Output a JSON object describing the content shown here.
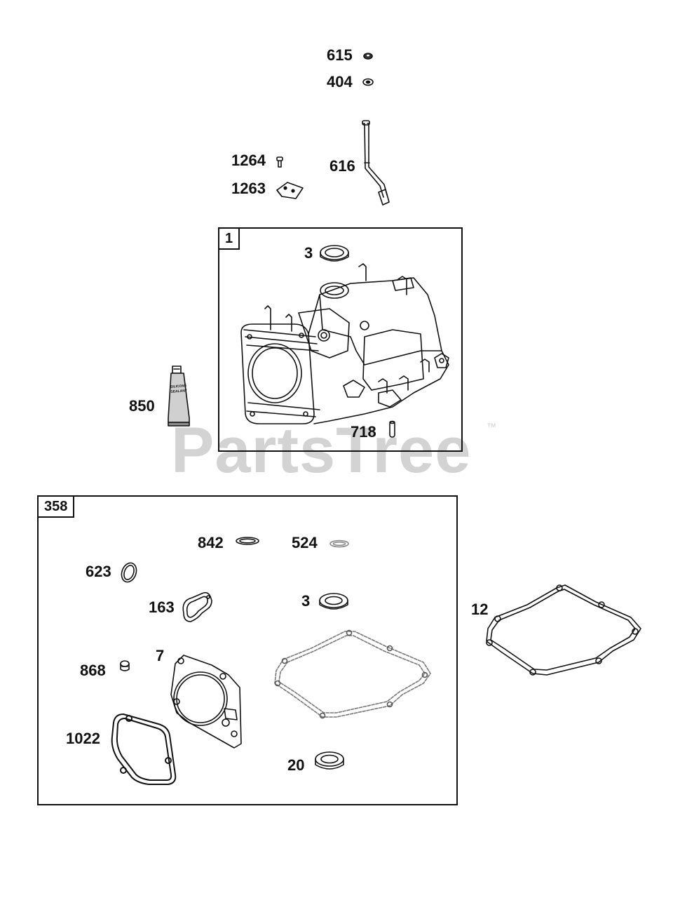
{
  "watermark": {
    "text": "PartsTree",
    "tm": "™"
  },
  "boxes": {
    "cylinder": {
      "tag": "1"
    },
    "gasket_set": {
      "tag": "358"
    }
  },
  "tube_text": {
    "line1": "SILICONE",
    "line2": "SEALANT"
  },
  "parts": {
    "p615": "615",
    "p404": "404",
    "p1264": "1264",
    "p1263": "1263",
    "p616": "616",
    "p3a": "3",
    "p850": "850",
    "p718": "718",
    "p842": "842",
    "p524": "524",
    "p623": "623",
    "p163": "163",
    "p3b": "3",
    "p12": "12",
    "p7": "7",
    "p868": "868",
    "p1022": "1022",
    "p20": "20"
  }
}
